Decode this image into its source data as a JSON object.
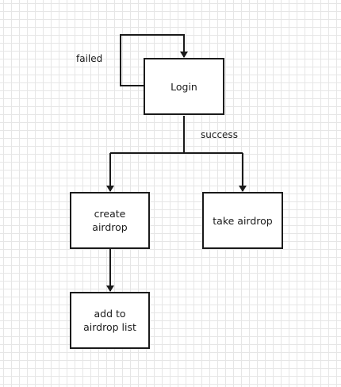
{
  "nodes": {
    "login": "Login",
    "create_airdrop": "create\nairdrop",
    "take_airdrop": "take airdrop",
    "add_to_list": "add to\nairdrop list"
  },
  "edge_labels": {
    "failed": "failed",
    "success": "success"
  },
  "colors": {
    "stroke": "#1a1a1a",
    "grid": "#e6e6e6",
    "background": "#ffffff"
  }
}
